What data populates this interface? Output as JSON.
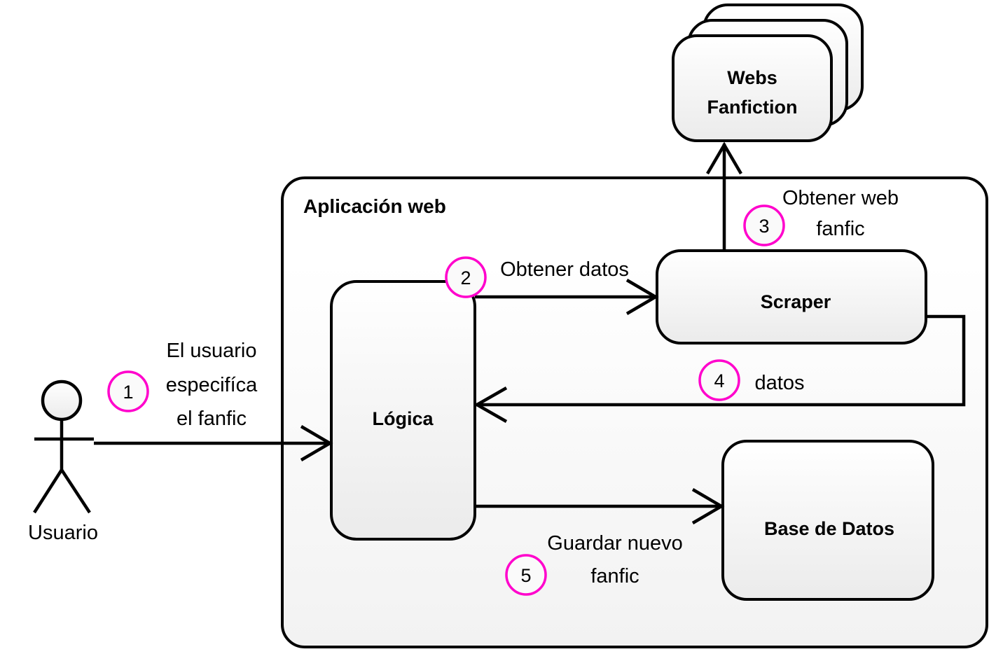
{
  "diagram": {
    "title_visible": "Aplicación web",
    "accent_color": "#ff00cc",
    "line_color": "#000000",
    "background": "#ffffff"
  },
  "container": {
    "label": "Aplicación web"
  },
  "actor": {
    "label": "Usuario"
  },
  "nodes": {
    "logica": {
      "label": "Lógica"
    },
    "scraper": {
      "label": "Scraper"
    },
    "database": {
      "label": "Base de Datos"
    },
    "webs": {
      "line1": "Webs",
      "line2": "Fanfiction"
    }
  },
  "steps": [
    {
      "number": "1",
      "label_lines": [
        "El usuario",
        "especifíca",
        "el fanfic"
      ],
      "from": "Usuario",
      "to": "Lógica"
    },
    {
      "number": "2",
      "label_lines": [
        "Obtener datos"
      ],
      "from": "Lógica",
      "to": "Scraper"
    },
    {
      "number": "3",
      "label_lines": [
        "Obtener web",
        "fanfic"
      ],
      "from": "Scraper",
      "to": "Webs Fanfiction"
    },
    {
      "number": "4",
      "label_lines": [
        "datos"
      ],
      "from": "Scraper",
      "to": "Lógica"
    },
    {
      "number": "5",
      "label_lines": [
        "Guardar nuevo",
        "fanfic"
      ],
      "from": "Lógica",
      "to": "Base de Datos"
    }
  ]
}
